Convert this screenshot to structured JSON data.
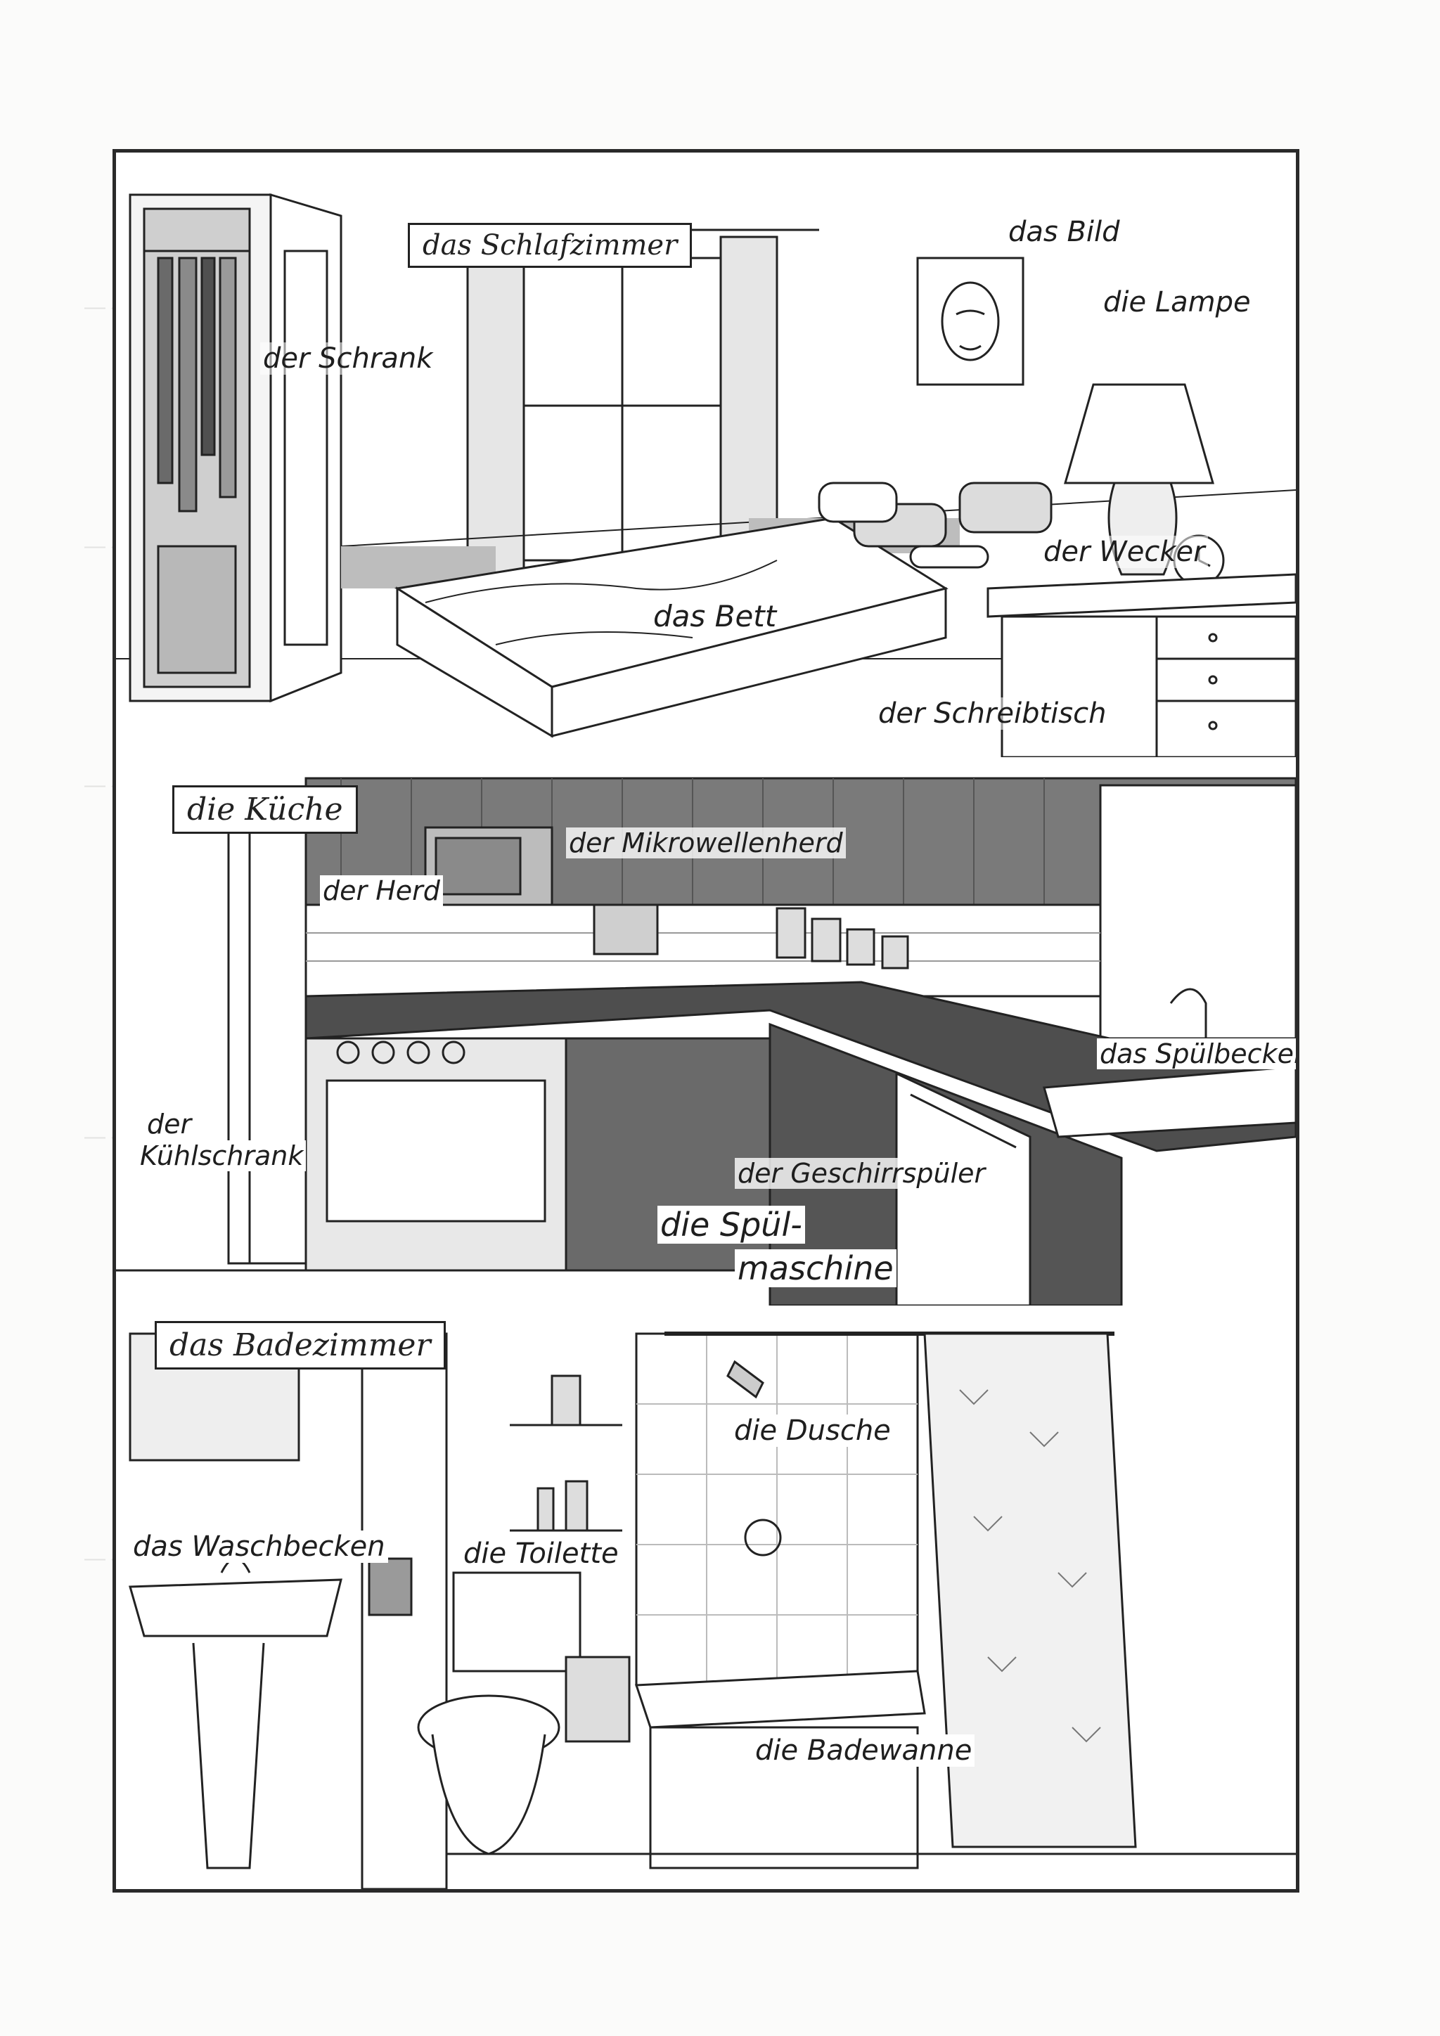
{
  "rooms": {
    "bedroom": {
      "title": "das Schlafzimmer",
      "labels": {
        "picture": "das Bild",
        "lamp": "die Lampe",
        "wardrobe": "der Schrank",
        "alarm_clock": "der Wecker",
        "bed": "das Bett",
        "desk": "der Schreibtisch"
      }
    },
    "kitchen": {
      "title": "die Küche",
      "labels": {
        "microwave": "der Mikrowellenherd",
        "stove": "der Herd",
        "sink": "das Spülbecken",
        "fridge_line1": "der",
        "fridge_line2": "Kühlschrank",
        "dishwasher": "der Geschirrspüler",
        "dishwasher_alt_line1": "die Spül-",
        "dishwasher_alt_line2": "maschine"
      }
    },
    "bathroom": {
      "title": "das Badezimmer",
      "labels": {
        "shower": "die Dusche",
        "washbasin": "das Waschbecken",
        "toilet": "die Toilette",
        "bathtub": "die Badewanne"
      }
    }
  },
  "colors": {
    "ink": "#222222",
    "shade_dark": "#5a5a5a",
    "shade_mid": "#9a9a9a",
    "shade_light": "#d6d6d6"
  }
}
